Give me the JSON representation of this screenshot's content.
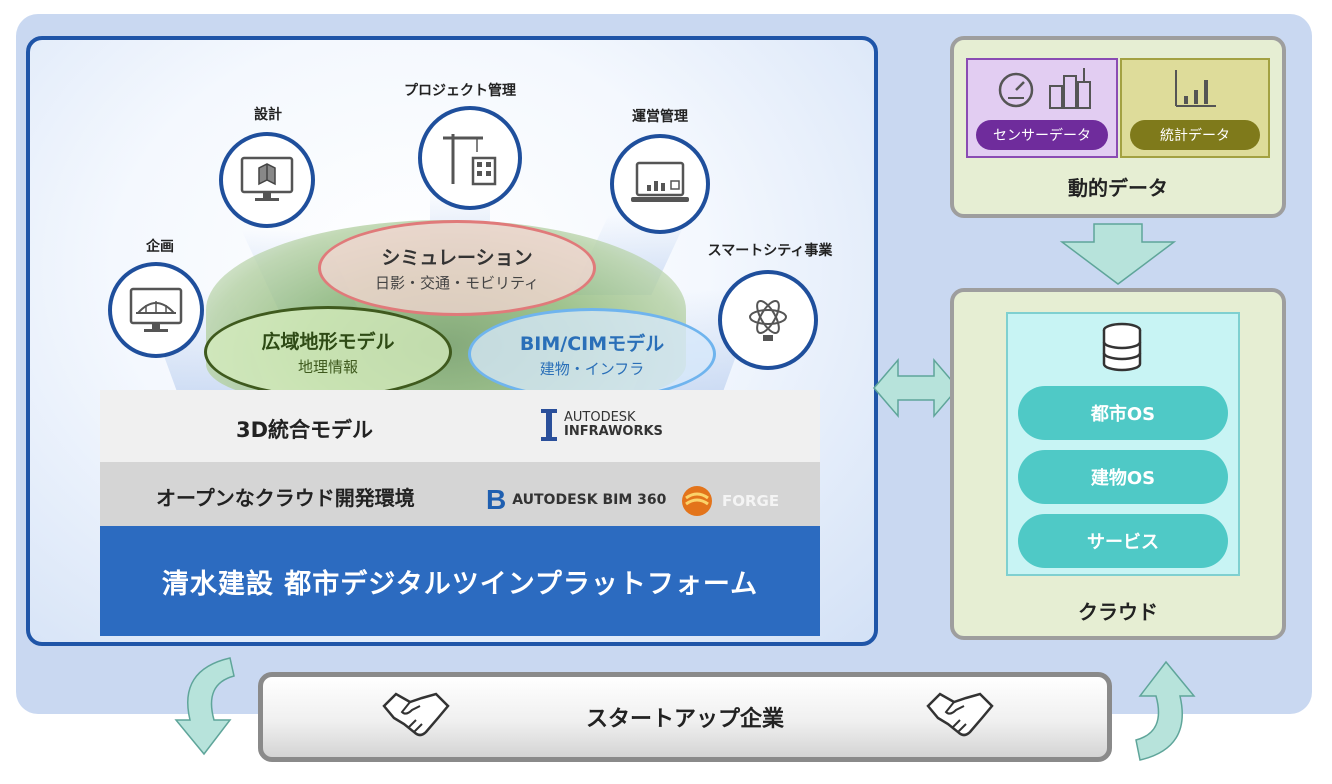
{
  "roles": [
    {
      "id": "kikaku",
      "label": "企画",
      "icon": "bridge-monitor-icon"
    },
    {
      "id": "sekkei",
      "label": "設計",
      "icon": "building-monitor-icon"
    },
    {
      "id": "project",
      "label": "プロジェクト管理",
      "icon": "crane-building-icon"
    },
    {
      "id": "unei",
      "label": "運営管理",
      "icon": "laptop-chart-icon"
    },
    {
      "id": "smartcity",
      "label": "スマートシティ事業",
      "icon": "atom-lightbulb-icon"
    }
  ],
  "models": {
    "simulation": {
      "title": "シミュレーション",
      "sub": "日影・交通・モビリティ"
    },
    "terrain": {
      "title": "広域地形モデル",
      "sub": "地理情報"
    },
    "bimcim": {
      "title": "BIM/CIMモデル",
      "sub": "建物・インフラ"
    }
  },
  "layers": {
    "integrated_model": "3D統合モデル",
    "infraworks_line1": "AUTODESK",
    "infraworks_line2": "INFRAWORKS",
    "cloud_dev": "オープンなクラウド開発環境",
    "bim360": "AUTODESK BIM 360",
    "forge": "FORGE",
    "platform_title": "清水建設 都市デジタルツインプラットフォーム"
  },
  "dynamic_data": {
    "sensor": "センサーデータ",
    "stats": "統計データ",
    "title": "動的データ"
  },
  "cloud": {
    "items": [
      "都市OS",
      "建物OS",
      "サービス"
    ],
    "title": "クラウド"
  },
  "startup": {
    "label": "スタートアップ企業"
  },
  "colors": {
    "platform_blue": "#2c6bc0",
    "panel_border": "#1f55a8",
    "cloud_pill": "#4fc9c6",
    "sensor_purple": "#6f2c9c",
    "stats_olive": "#7f7a1b",
    "arrow_teal": "#a8e0d8"
  }
}
